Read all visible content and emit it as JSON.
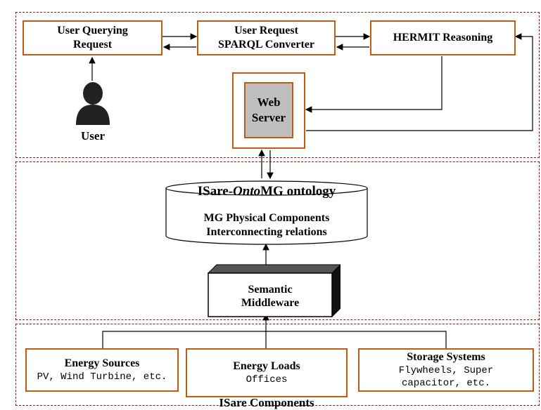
{
  "top": {
    "user_querying_request": [
      "User Querying",
      "Request"
    ],
    "sparql_converter": [
      "User Request",
      "SPARQL Converter"
    ],
    "hermit": "HERMIT Reasoning",
    "web_server": [
      "Web",
      "Server"
    ],
    "user_label": "User"
  },
  "ontology": {
    "title_prefix": "ISare-",
    "title_italic": "Onto",
    "title_suffix": "MG ontology",
    "line1": "MG Physical Components",
    "line2": "Interconnecting relations"
  },
  "middleware": [
    "Semantic",
    "Middleware"
  ],
  "components": {
    "energy_sources": {
      "title": "Energy Sources",
      "detail": "PV, Wind Turbine, etc."
    },
    "energy_loads": {
      "title": "Energy Loads",
      "detail": "Offices"
    },
    "storage": {
      "title": "Storage Systems",
      "detail": [
        "Flywheels, Super",
        "capacitor, etc."
      ]
    },
    "label": "ISare Components"
  },
  "colors": {
    "border_orange": "#c55a11",
    "dashed_red": "#8b1a1a",
    "server_gray": "#bfbfbf"
  }
}
